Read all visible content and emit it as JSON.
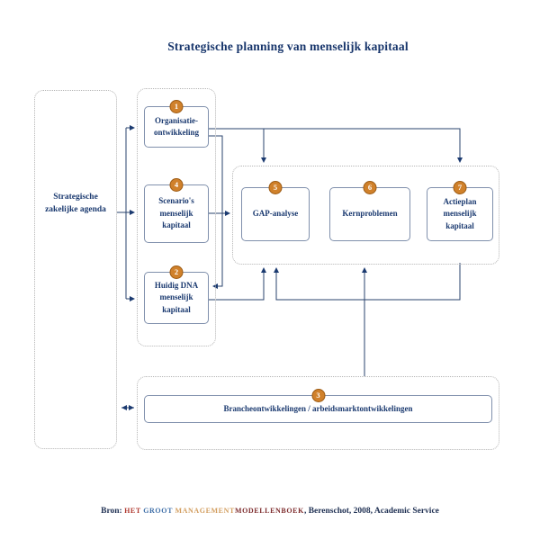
{
  "title": "Strategische planning van menselijk kapitaal",
  "agenda": {
    "label": "Strategische zakelijke agenda"
  },
  "nodes": {
    "organisatie": {
      "num": "1",
      "label": "Organisatie-ontwikkeling"
    },
    "scenarios": {
      "num": "4",
      "label": "Scenario's menselijk kapitaal"
    },
    "huidig": {
      "num": "2",
      "label": "Huidig DNA menselijk kapitaal"
    },
    "gap": {
      "num": "5",
      "label": "GAP-analyse"
    },
    "kern": {
      "num": "6",
      "label": "Kernproblemen"
    },
    "actieplan": {
      "num": "7",
      "label": "Actieplan menselijk kapitaal"
    },
    "branche": {
      "num": "3",
      "label": "Brancheontwikkelingen / arbeidsmarktontwikkelingen"
    }
  },
  "caption": {
    "bron": "Bron: ",
    "het": "HET ",
    "groot": "GROOT ",
    "management": "MANAGEMENT",
    "modellenboek": "MODELLENBOEK",
    "rest": ", Berenschot, 2008, Academic Service"
  },
  "colors": {
    "text_navy": "#1b3a70",
    "arrow_navy": "#2a436e",
    "badge_orange": "#d0812b",
    "badge_ring": "#9c5a12",
    "box_border": "#8090ac",
    "dotted_border": "#b4b4b4",
    "caption_het_red": "#b03a30",
    "caption_groot_blue": "#3f6fa8",
    "caption_management_tan": "#d29d5e",
    "caption_modellenboek_maroon": "#7e2d2e"
  }
}
